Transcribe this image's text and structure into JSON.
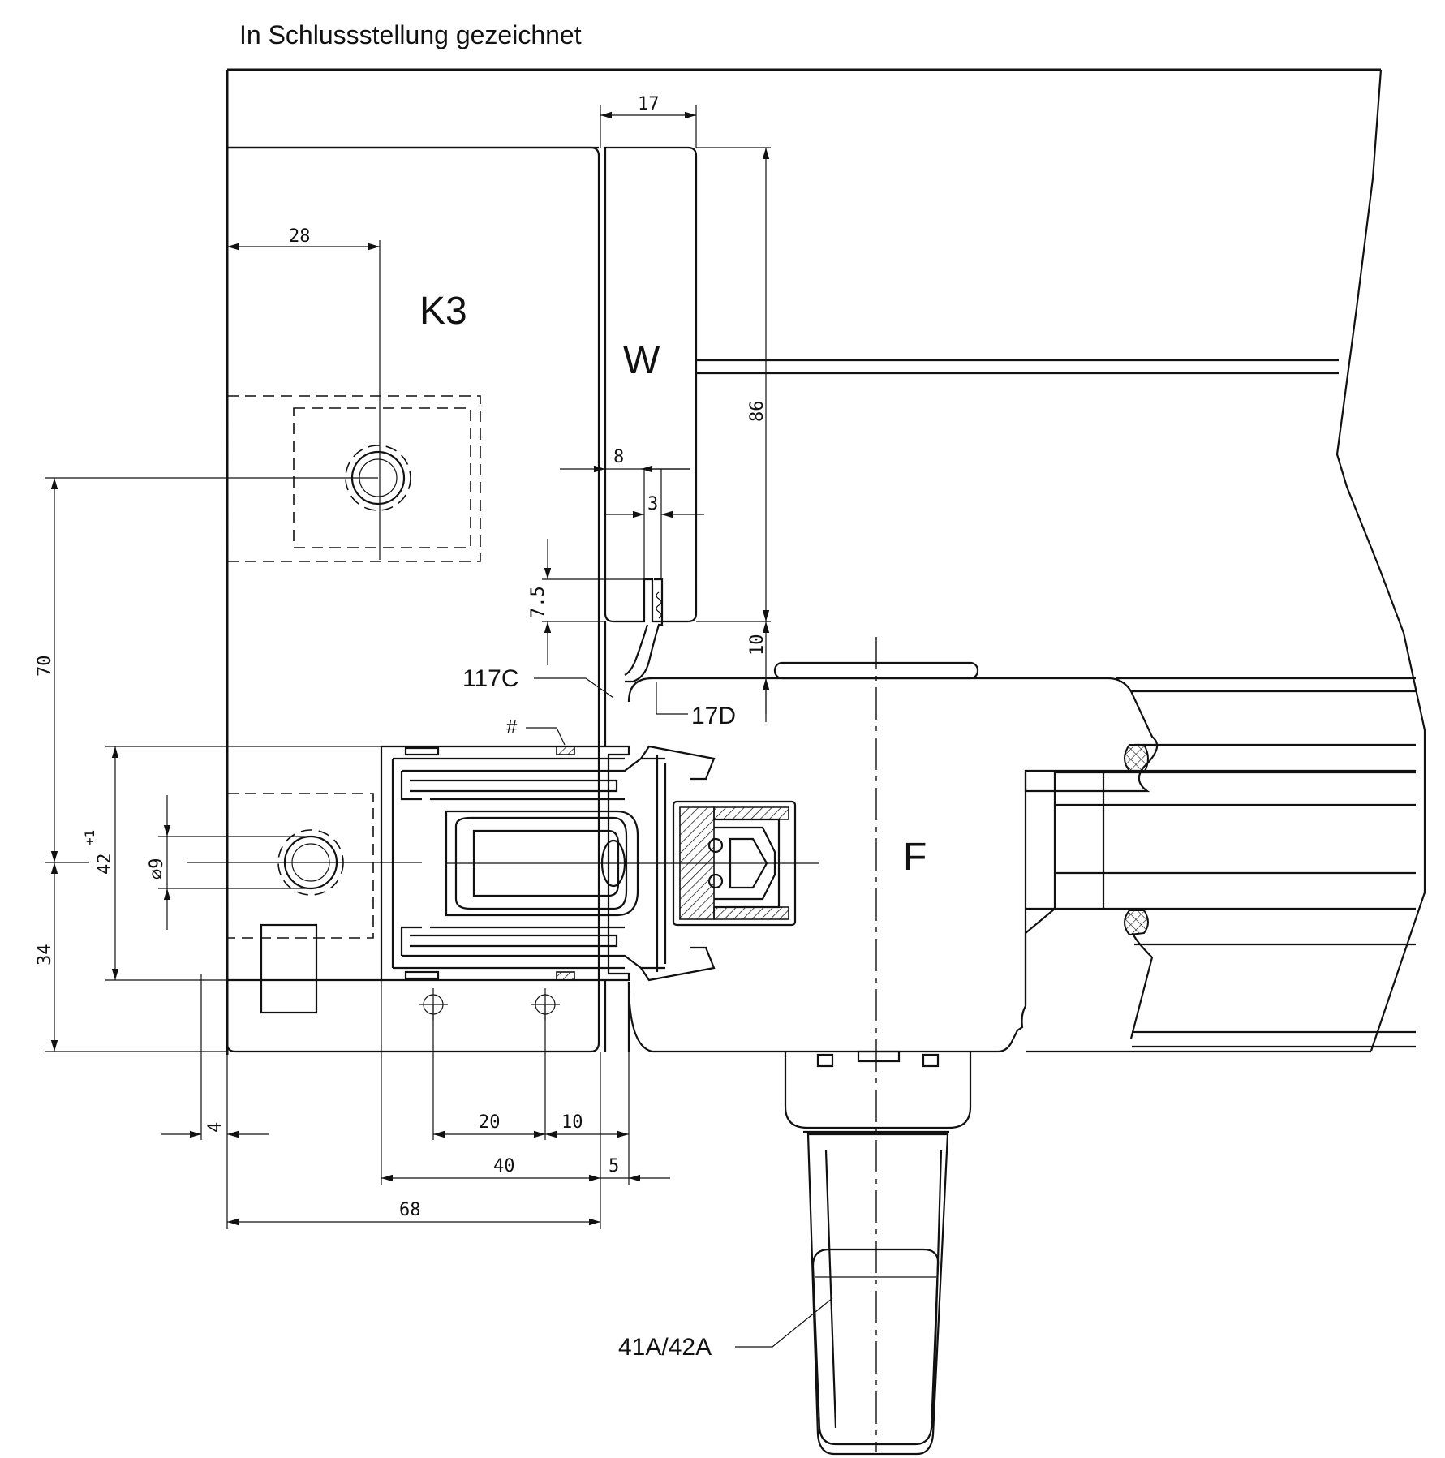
{
  "title": "In Schlussstellung gezeichnet",
  "parts": {
    "k3": "K3",
    "w": "W",
    "f": "F",
    "callout_117c": "117C",
    "callout_17d": "17D",
    "callout_hash": "#",
    "callout_handle": "41A/42A"
  },
  "dimensions": {
    "d17": "17",
    "d28": "28",
    "d86": "86",
    "d8": "8",
    "d3": "3",
    "d7_5": "7.5",
    "d10_vert": "10",
    "d70": "70",
    "d42": "42",
    "d42_tol": "+1",
    "d_phi9": "⌀9",
    "d34": "34",
    "d4": "4",
    "d20": "20",
    "d10_horiz": "10",
    "d40": "40",
    "d5": "5",
    "d68": "68"
  }
}
